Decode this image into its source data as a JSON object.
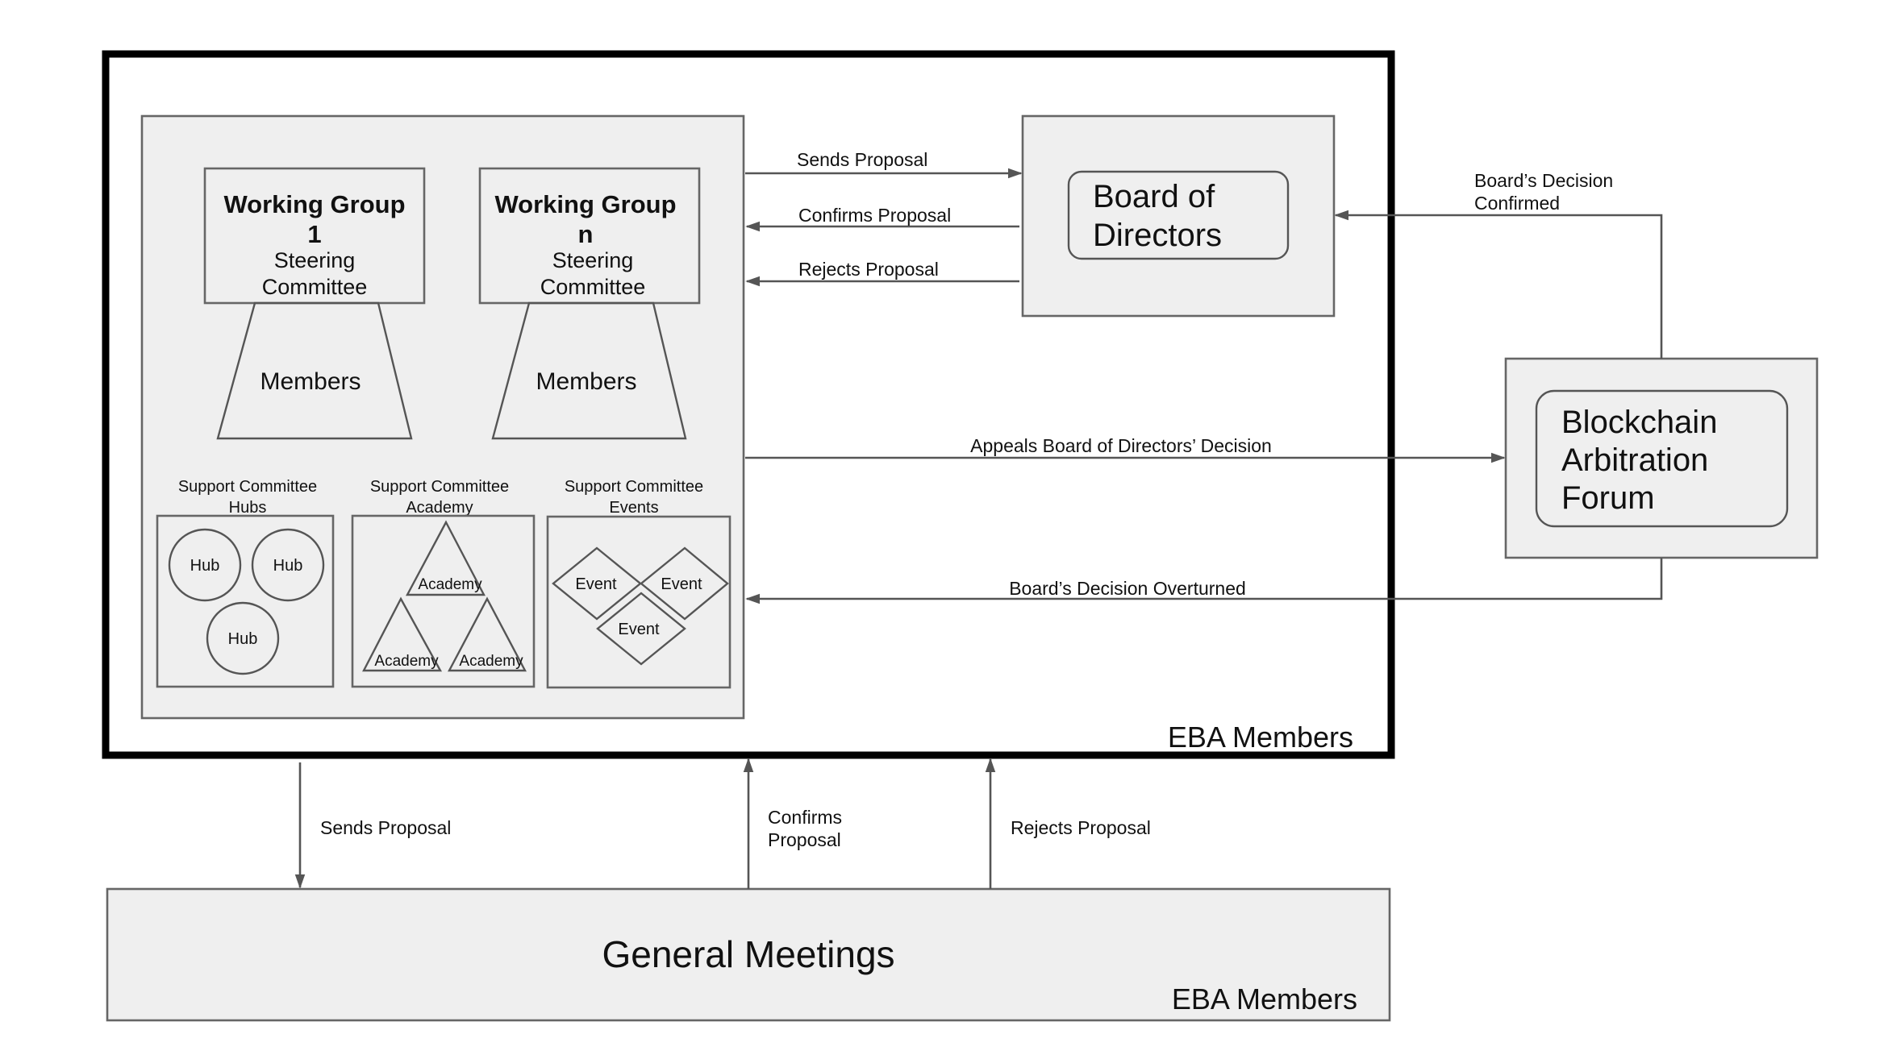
{
  "eba_frame": {
    "label": "EBA Members"
  },
  "working_groups": [
    {
      "title_line1": "Working Group",
      "title_line2": "1",
      "subtitle_line1": "Steering",
      "subtitle_line2": "Committee",
      "members_label": "Members"
    },
    {
      "title_line1": "Working Group",
      "title_line2": "n",
      "subtitle_line1": "Steering",
      "subtitle_line2": "Committee",
      "members_label": "Members"
    }
  ],
  "support_committees": {
    "hubs": {
      "title_line1": "Support Committee",
      "title_line2": "Hubs",
      "items": [
        "Hub",
        "Hub",
        "Hub"
      ]
    },
    "academy": {
      "title_line1": "Support Committee",
      "title_line2": "Academy",
      "items": [
        "Academy",
        "Academy",
        "Academy"
      ]
    },
    "events": {
      "title_line1": "Support Committee",
      "title_line2": "Events",
      "items": [
        "Event",
        "Event",
        "Event"
      ]
    }
  },
  "board": {
    "line1": "Board of",
    "line2": "Directors"
  },
  "arbitration": {
    "line1": "Blockchain",
    "line2": "Arbitration",
    "line3": "Forum"
  },
  "general_meetings": {
    "title": "General Meetings",
    "members_label": "EBA Members"
  },
  "arrows": {
    "sends_proposal_board": "Sends Proposal",
    "confirms_proposal_board": "Confirms Proposal",
    "rejects_proposal_board": "Rejects Proposal",
    "appeals": "Appeals Board of Directors’ Decision",
    "overturned": "Board’s Decision Overturned",
    "confirmed_line1": "Board’s Decision",
    "confirmed_line2": "Confirmed",
    "sends_proposal_gm": "Sends Proposal",
    "confirms_proposal_gm_line1": "Confirms",
    "confirms_proposal_gm_line2": "Proposal",
    "rejects_proposal_gm": "Rejects Proposal"
  }
}
